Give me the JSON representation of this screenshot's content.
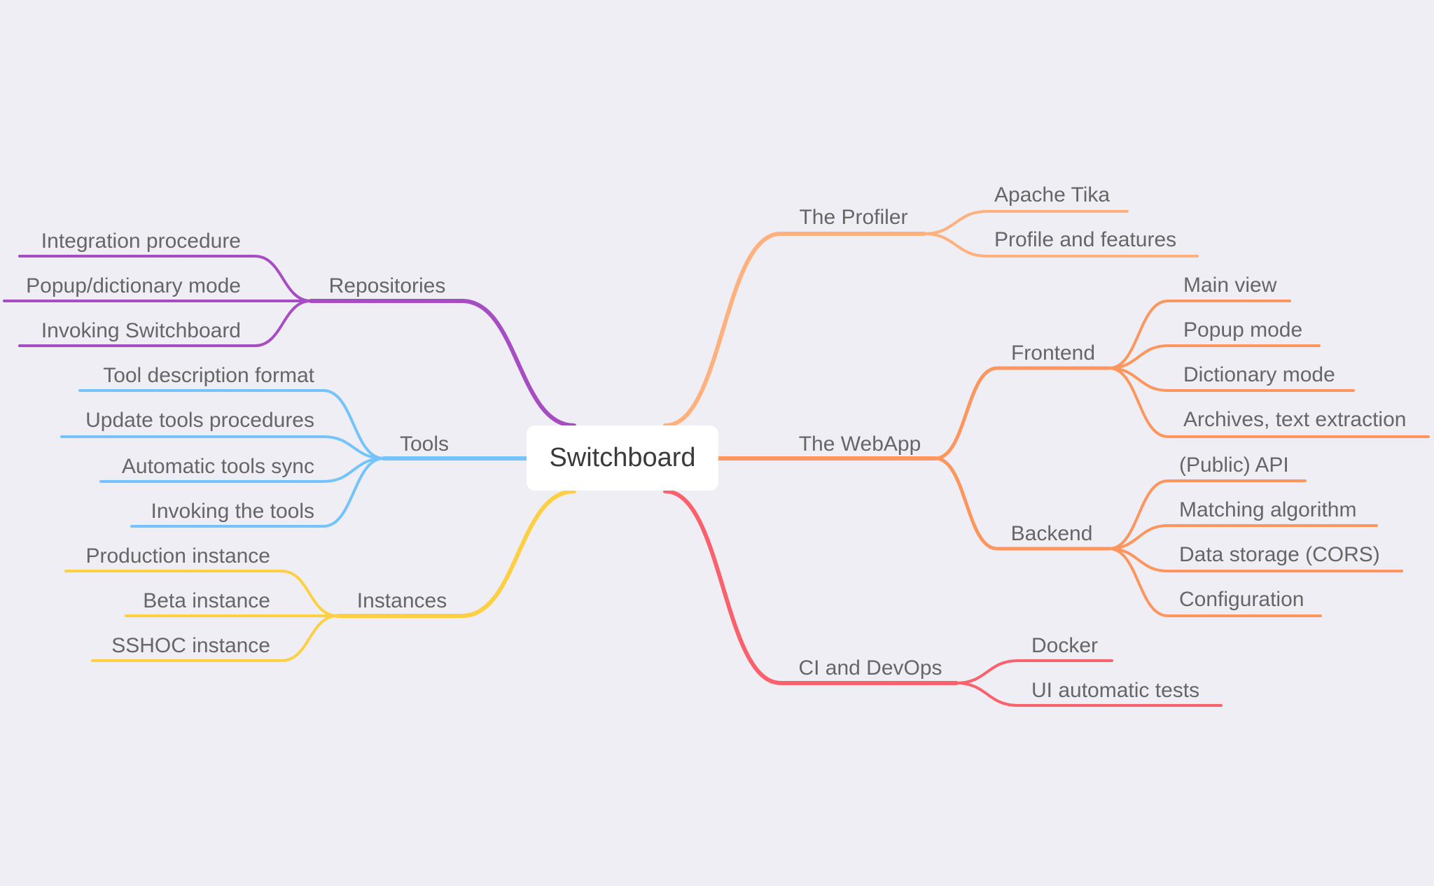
{
  "root": {
    "label": "Switchboard"
  },
  "branches": [
    {
      "label": "The Profiler",
      "color": "#feb07d",
      "children": [
        {
          "label": "Apache Tika"
        },
        {
          "label": "Profile and features"
        }
      ]
    },
    {
      "label": "The WebApp",
      "color": "#fb965e",
      "children": [
        {
          "label": "Frontend",
          "children": [
            {
              "label": "Main view"
            },
            {
              "label": "Popup mode"
            },
            {
              "label": "Dictionary mode"
            },
            {
              "label": "Archives, text extraction"
            }
          ]
        },
        {
          "label": "Backend",
          "children": [
            {
              "label": "(Public) API"
            },
            {
              "label": "Matching algorithm"
            },
            {
              "label": "Data storage (CORS)"
            },
            {
              "label": "Configuration"
            }
          ]
        }
      ]
    },
    {
      "label": "CI and DevOps",
      "color": "#f9616c",
      "children": [
        {
          "label": "Docker"
        },
        {
          "label": "UI automatic tests"
        }
      ]
    },
    {
      "label": "Repositories",
      "color": "#a64dc4",
      "children": [
        {
          "label": "Integration procedure"
        },
        {
          "label": "Popup/dictionary mode"
        },
        {
          "label": "Invoking Switchboard"
        }
      ]
    },
    {
      "label": "Tools",
      "color": "#74c3fb",
      "children": [
        {
          "label": "Tool description format"
        },
        {
          "label": "Update tools procedures"
        },
        {
          "label": "Automatic tools sync"
        },
        {
          "label": "Invoking the tools"
        }
      ]
    },
    {
      "label": "Instances",
      "color": "#fdd043",
      "children": [
        {
          "label": "Production instance"
        },
        {
          "label": "Beta instance"
        },
        {
          "label": "SSHOC instance"
        }
      ]
    }
  ]
}
